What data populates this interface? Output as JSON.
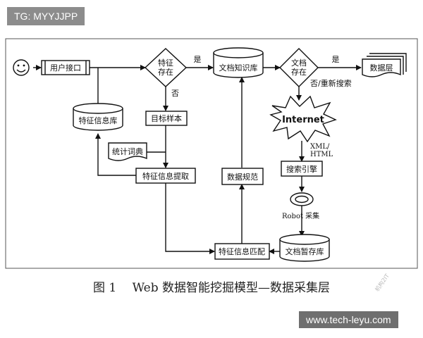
{
  "watermarks": {
    "top": "TG: MYYJJPP",
    "bottom": "www.tech-leyu.com",
    "stamp": "机构2IT"
  },
  "caption": "图 1　 Web 数据智能挖掘模型—数据采集层",
  "diagram": {
    "nodes": {
      "user_interface": "用户接口",
      "feature_exists": [
        "特征",
        "存在"
      ],
      "doc_kb": "文档知识库",
      "doc_exists": [
        "文档",
        "存在"
      ],
      "data_layer": "数据层",
      "feature_db": "特征信息库",
      "target_sample": "目标样本",
      "stat_dict": "统计词典",
      "feature_extract": "特征信息提取",
      "data_norm": "数据规范",
      "internet": "Internet",
      "search_engine": "搜索引擎",
      "robot": "Robot 采集",
      "doc_temp": "文档暂存库",
      "feature_match": "特征信息匹配"
    },
    "edge_labels": {
      "yes_1": "是",
      "no_1": "否",
      "yes_2": "是",
      "no_research": "否/重新搜索",
      "xml_html": [
        "XML/",
        "HTML"
      ]
    }
  }
}
